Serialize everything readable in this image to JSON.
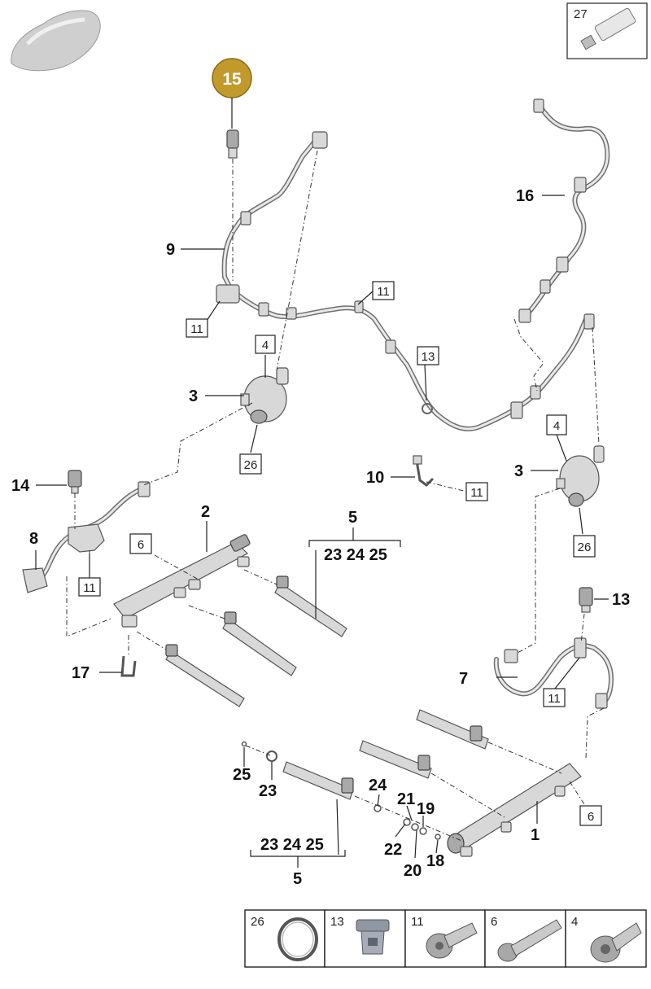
{
  "highlight": {
    "label": "15",
    "color": "#c29a2c"
  },
  "callouts": {
    "c1": "1",
    "c2": "2",
    "c3a": "3",
    "c3b": "3",
    "c5a": "5",
    "c5b": "5",
    "c7": "7",
    "c8": "8",
    "c9": "9",
    "c10": "10",
    "c13b": "13",
    "c14": "14",
    "c16": "16",
    "c17": "17",
    "c18": "18",
    "c19": "19",
    "c20": "20",
    "c21": "21",
    "c22": "22",
    "c23": "23",
    "c24": "24",
    "c25": "25"
  },
  "groups": {
    "g5a": "23 24 25",
    "g5b": "23 24 25"
  },
  "boxes": {
    "b4a": "4",
    "b4b": "4",
    "b6a": "6",
    "b6b": "6",
    "b11a": "11",
    "b11b": "11",
    "b11c": "11",
    "b11d": "11",
    "b11e": "11",
    "b13a": "13",
    "b26a": "26",
    "b26b": "26"
  },
  "top_right": {
    "label": "27"
  },
  "legend": [
    {
      "label": "26",
      "icon": "o-ring-icon"
    },
    {
      "label": "13",
      "icon": "plug-icon"
    },
    {
      "label": "11",
      "icon": "short-bolt-icon"
    },
    {
      "label": "6",
      "icon": "long-bolt-icon"
    },
    {
      "label": "4",
      "icon": "torx-bolt-icon"
    }
  ]
}
